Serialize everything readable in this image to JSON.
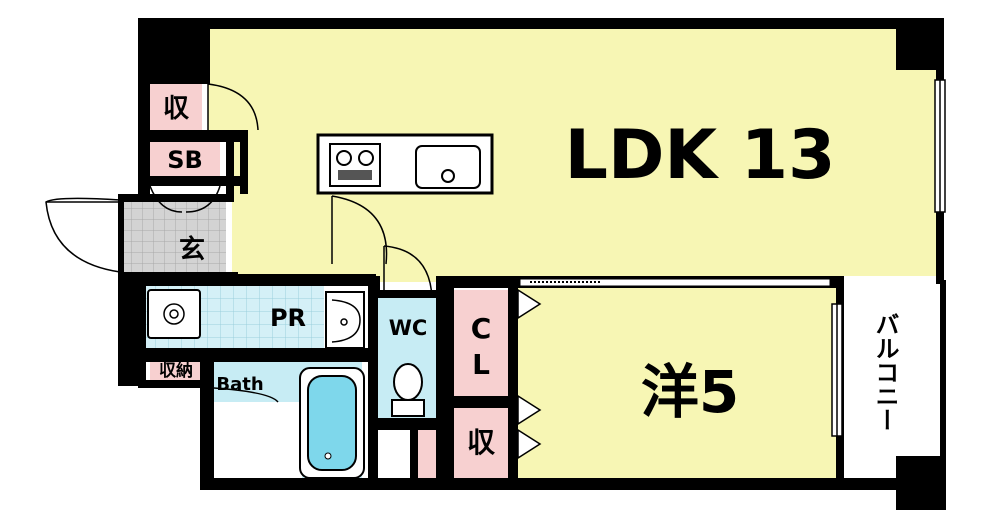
{
  "rooms": {
    "ldk": "LDK 13",
    "western": "洋5",
    "storage_top": "収",
    "shoe_box": "SB",
    "entrance": "玄",
    "powder_room": "PR",
    "toilet": "WC",
    "closet_c": "C",
    "closet_l": "L",
    "storage_small": "収納",
    "bath": "Bath",
    "storage_right": "収",
    "balcony": "バルコニー"
  },
  "colors": {
    "ldk_fill": "#f7f6b4",
    "storage_fill": "#f7d0d0",
    "wet_fill": "#c7ecf4",
    "entrance_fill": "#cfcfcf",
    "wall": "#000000"
  }
}
